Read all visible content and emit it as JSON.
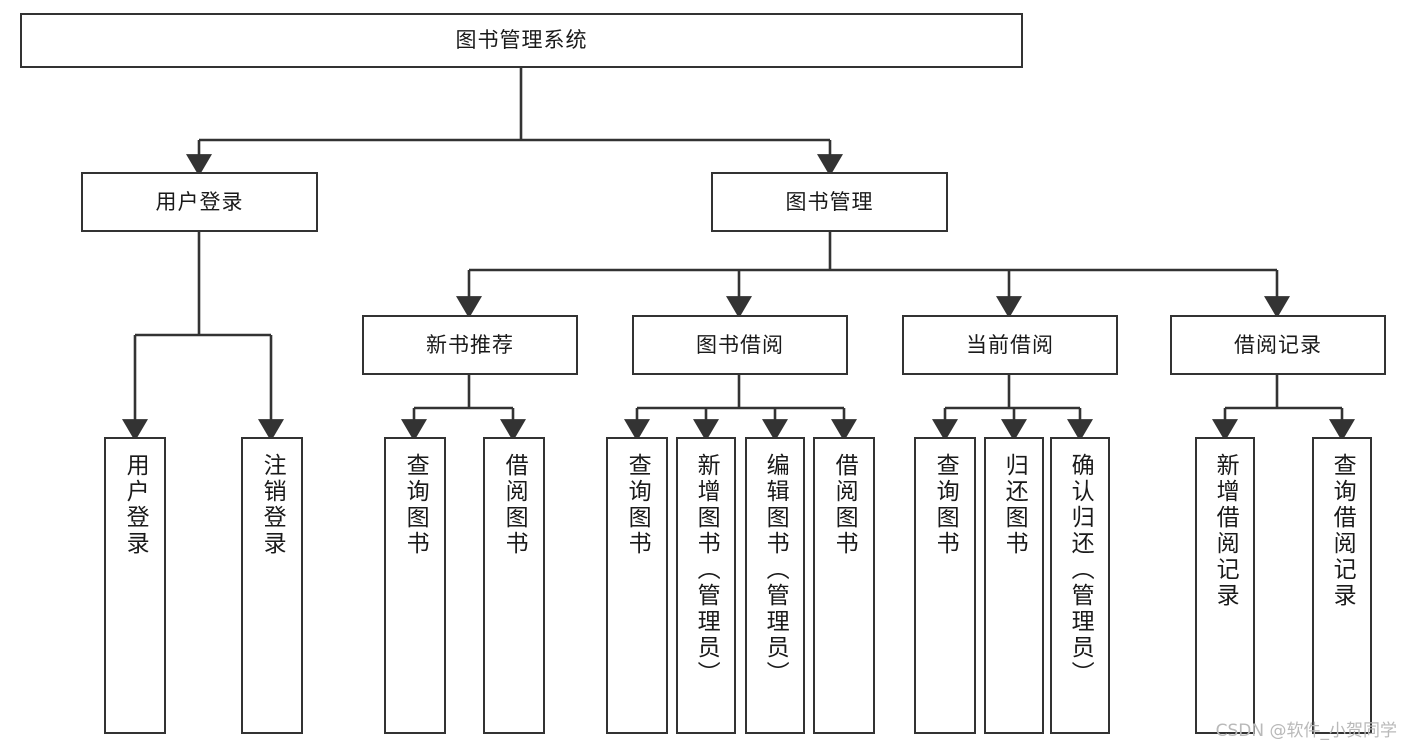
{
  "diagram": {
    "title": "图书管理系统",
    "type": "tree",
    "stroke_color": "#333333",
    "background_color": "#ffffff",
    "watermark": "CSDN @软件_小贺同学",
    "root": {
      "id": "root",
      "label": "图书管理系统",
      "orientation": "horizontal"
    },
    "level1": [
      {
        "id": "user-login",
        "label": "用户登录",
        "orientation": "horizontal"
      },
      {
        "id": "book-manage",
        "label": "图书管理",
        "orientation": "horizontal"
      }
    ],
    "level2": [
      {
        "id": "new-book-recommend",
        "label": "新书推荐",
        "orientation": "horizontal",
        "parent": "book-manage"
      },
      {
        "id": "book-borrow",
        "label": "图书借阅",
        "orientation": "horizontal",
        "parent": "book-manage"
      },
      {
        "id": "current-borrow",
        "label": "当前借阅",
        "orientation": "horizontal",
        "parent": "book-manage"
      },
      {
        "id": "borrow-record",
        "label": "借阅记录",
        "orientation": "horizontal",
        "parent": "book-manage"
      }
    ],
    "leaves": [
      {
        "id": "leaf-user-login",
        "label": "用户登录",
        "orientation": "vertical",
        "parent": "user-login"
      },
      {
        "id": "leaf-logout",
        "label": "注销登录",
        "orientation": "vertical",
        "parent": "user-login"
      },
      {
        "id": "leaf-query-book-1",
        "label": "查询图书",
        "orientation": "vertical",
        "parent": "new-book-recommend"
      },
      {
        "id": "leaf-borrow-book-1",
        "label": "借阅图书",
        "orientation": "vertical",
        "parent": "new-book-recommend"
      },
      {
        "id": "leaf-query-book-2",
        "label": "查询图书",
        "orientation": "vertical",
        "parent": "book-borrow"
      },
      {
        "id": "leaf-add-book",
        "label": "新增图书（管理员）",
        "orientation": "vertical",
        "parent": "book-borrow"
      },
      {
        "id": "leaf-edit-book",
        "label": "编辑图书（管理员）",
        "orientation": "vertical",
        "parent": "book-borrow"
      },
      {
        "id": "leaf-borrow-book-2",
        "label": "借阅图书",
        "orientation": "vertical",
        "parent": "book-borrow"
      },
      {
        "id": "leaf-query-book-3",
        "label": "查询图书",
        "orientation": "vertical",
        "parent": "current-borrow"
      },
      {
        "id": "leaf-return-book",
        "label": "归还图书",
        "orientation": "vertical",
        "parent": "current-borrow"
      },
      {
        "id": "leaf-confirm-return",
        "label": "确认归还（管理员）",
        "orientation": "vertical",
        "parent": "current-borrow"
      },
      {
        "id": "leaf-add-record",
        "label": "新增借阅记录",
        "orientation": "vertical",
        "parent": "borrow-record"
      },
      {
        "id": "leaf-query-record",
        "label": "查询借阅记录",
        "orientation": "vertical",
        "parent": "borrow-record"
      }
    ]
  }
}
